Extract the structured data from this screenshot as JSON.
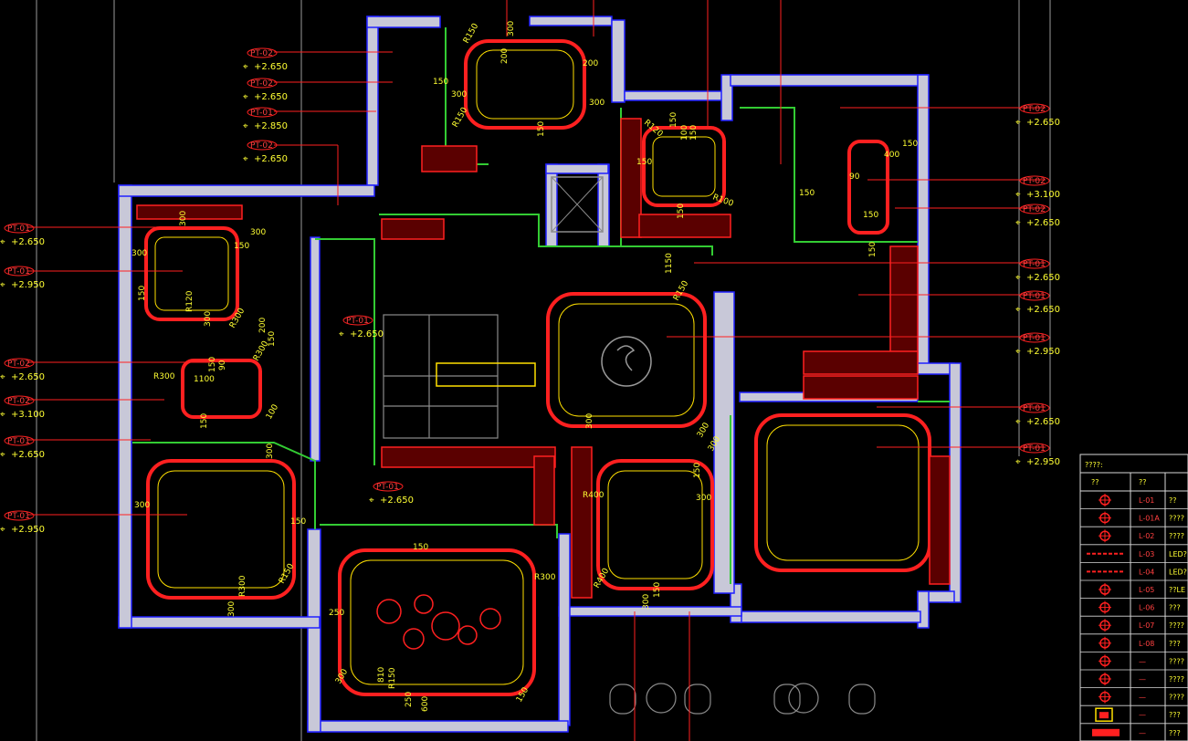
{
  "drawing": {
    "colors": {
      "background": "#000000",
      "wall": "#c8c8d8",
      "wall_edge": "#2020ff",
      "ceiling_red": "#ff2020",
      "ceiling_yellow": "#ffe000",
      "green": "#33cc33",
      "leader": "#ff2020",
      "text": "#ffff33",
      "gray": "#8a8a8a"
    },
    "callouts_left": [
      {
        "tag": "PT-02",
        "level": "+2.650"
      },
      {
        "tag": "PT-02",
        "level": "+2.650"
      },
      {
        "tag": "PT-01",
        "level": "+2.850"
      },
      {
        "tag": "PT-02",
        "level": "+2.650"
      }
    ],
    "callouts_far_left": [
      {
        "tag": "PT-01",
        "level": "+2.650"
      },
      {
        "tag": "PT-01",
        "level": "+2.950"
      },
      {
        "tag": "PT-02",
        "level": "+2.650"
      },
      {
        "tag": "PT-02",
        "level": "+3.100"
      },
      {
        "tag": "PT-01",
        "level": "+2.650"
      },
      {
        "tag": "PT-01",
        "level": "+2.950"
      }
    ],
    "callouts_right": [
      {
        "tag": "PT-02",
        "level": "+2.650"
      },
      {
        "tag": "PT-02",
        "level": "+3.100"
      },
      {
        "tag": "PT-02",
        "level": "+2.650"
      },
      {
        "tag": "PT-01",
        "level": "+2.650"
      },
      {
        "tag": "PT-01",
        "level": "+2.650"
      },
      {
        "tag": "PT-01",
        "level": "+2.950"
      },
      {
        "tag": "PT-01",
        "level": "+2.650"
      },
      {
        "tag": "PT-01",
        "level": "+2.950"
      }
    ],
    "callouts_inner": [
      {
        "tag": "PT-01",
        "level": "+2.650"
      },
      {
        "tag": "PT-01",
        "level": "+2.650"
      }
    ],
    "dimensions": [
      "200",
      "300",
      "150",
      "300",
      "R150",
      "R150",
      "150",
      "200",
      "300",
      "150",
      "100",
      "150",
      "R100",
      "150",
      "R120",
      "150",
      "90",
      "150",
      "400",
      "150",
      "150",
      "150",
      "1150",
      "R150",
      "300",
      "300",
      "150",
      "300",
      "150",
      "R300",
      "R300",
      "1100",
      "150",
      "90",
      "150",
      "100",
      "R120",
      "300",
      "R300",
      "200",
      "150",
      "300",
      "300",
      "150",
      "300",
      "R300",
      "R150",
      "250",
      "150",
      "R300",
      "300",
      "810",
      "R150",
      "250",
      "600",
      "150",
      "300",
      "R400",
      "R400",
      "300",
      "150",
      "300",
      "150",
      "300",
      "300"
    ],
    "legend": {
      "title": "????:",
      "headers": [
        "??",
        "??",
        ""
      ],
      "rows": [
        {
          "code": "L-01",
          "desc": "??"
        },
        {
          "code": "L-01A",
          "desc": "????"
        },
        {
          "code": "L-02",
          "desc": "????"
        },
        {
          "code": "L-03",
          "desc": "LED?"
        },
        {
          "code": "L-04",
          "desc": "LED?"
        },
        {
          "code": "L-05",
          "desc": "??LE"
        },
        {
          "code": "L-06",
          "desc": "???"
        },
        {
          "code": "L-07",
          "desc": "????"
        },
        {
          "code": "L-08",
          "desc": "???"
        },
        {
          "code": "—",
          "desc": "????"
        },
        {
          "code": "—",
          "desc": "????"
        },
        {
          "code": "—",
          "desc": "????"
        },
        {
          "code": "—",
          "desc": "???"
        },
        {
          "code": "—",
          "desc": "???"
        }
      ]
    }
  }
}
